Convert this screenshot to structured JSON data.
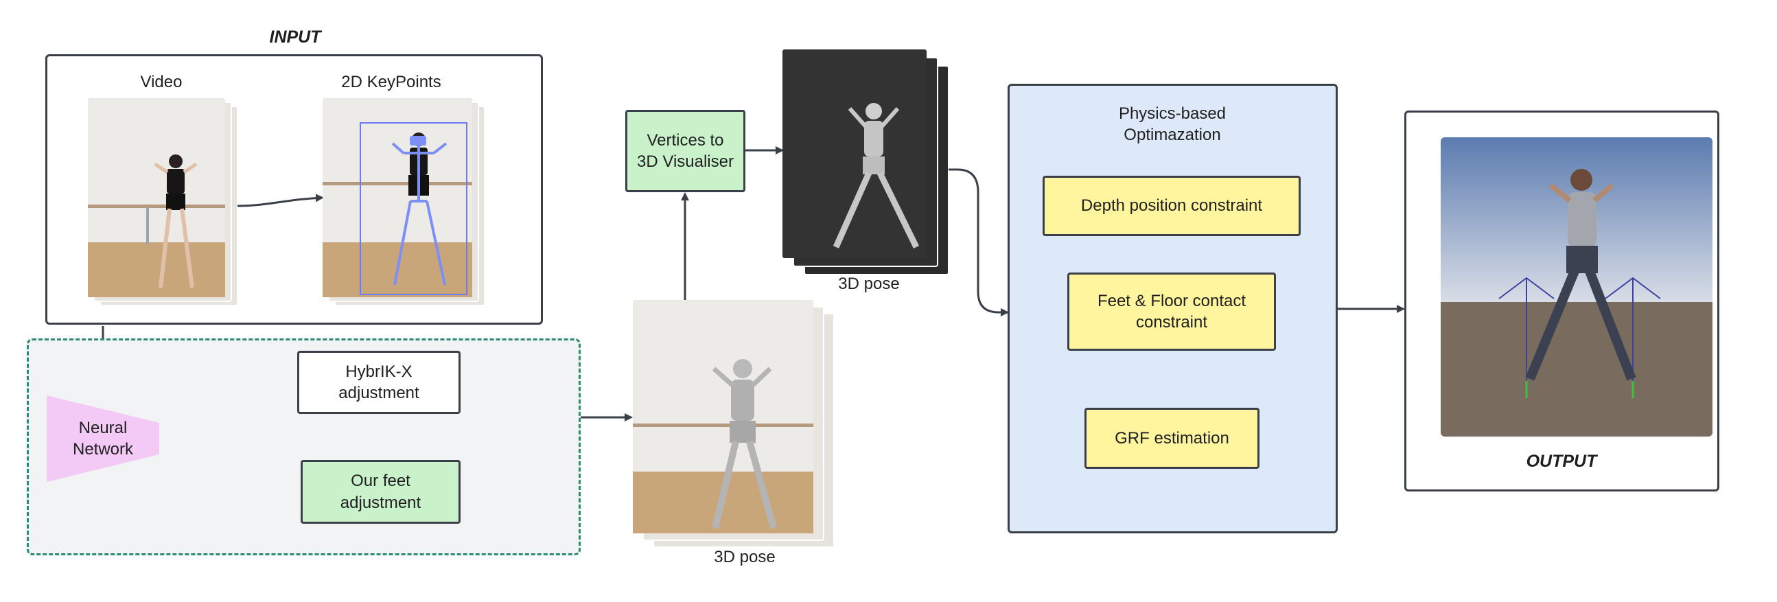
{
  "input": {
    "title": "INPUT",
    "video_label": "Video",
    "keypoints_label": "2D KeyPoints"
  },
  "network": {
    "neural_network": "Neural\nNetwork",
    "hybrik_box": "HybrIK-X\nadjustment",
    "feet_box": "Our feet\nadjustment"
  },
  "visualiser": {
    "vertices_box": "Vertices to\n3D Visualiser",
    "pose_top_label": "3D pose",
    "pose_bottom_label": "3D pose"
  },
  "physics": {
    "title": "Physics-based\nOptimazation",
    "constraints": [
      "Depth position constraint",
      "Feet & Floor contact\nconstraint",
      "GRF estimation"
    ]
  },
  "output": {
    "title": "OUTPUT"
  },
  "colors": {
    "stroke": "#3a3f48",
    "green_box": "#c9f2cb",
    "yellow_box": "#fff59e",
    "physics_bg": "#dde9f8",
    "dashed_bg": "#f2f3f5",
    "dashed_border": "#2e8b73",
    "neural_fill": "#f3c9f5"
  }
}
